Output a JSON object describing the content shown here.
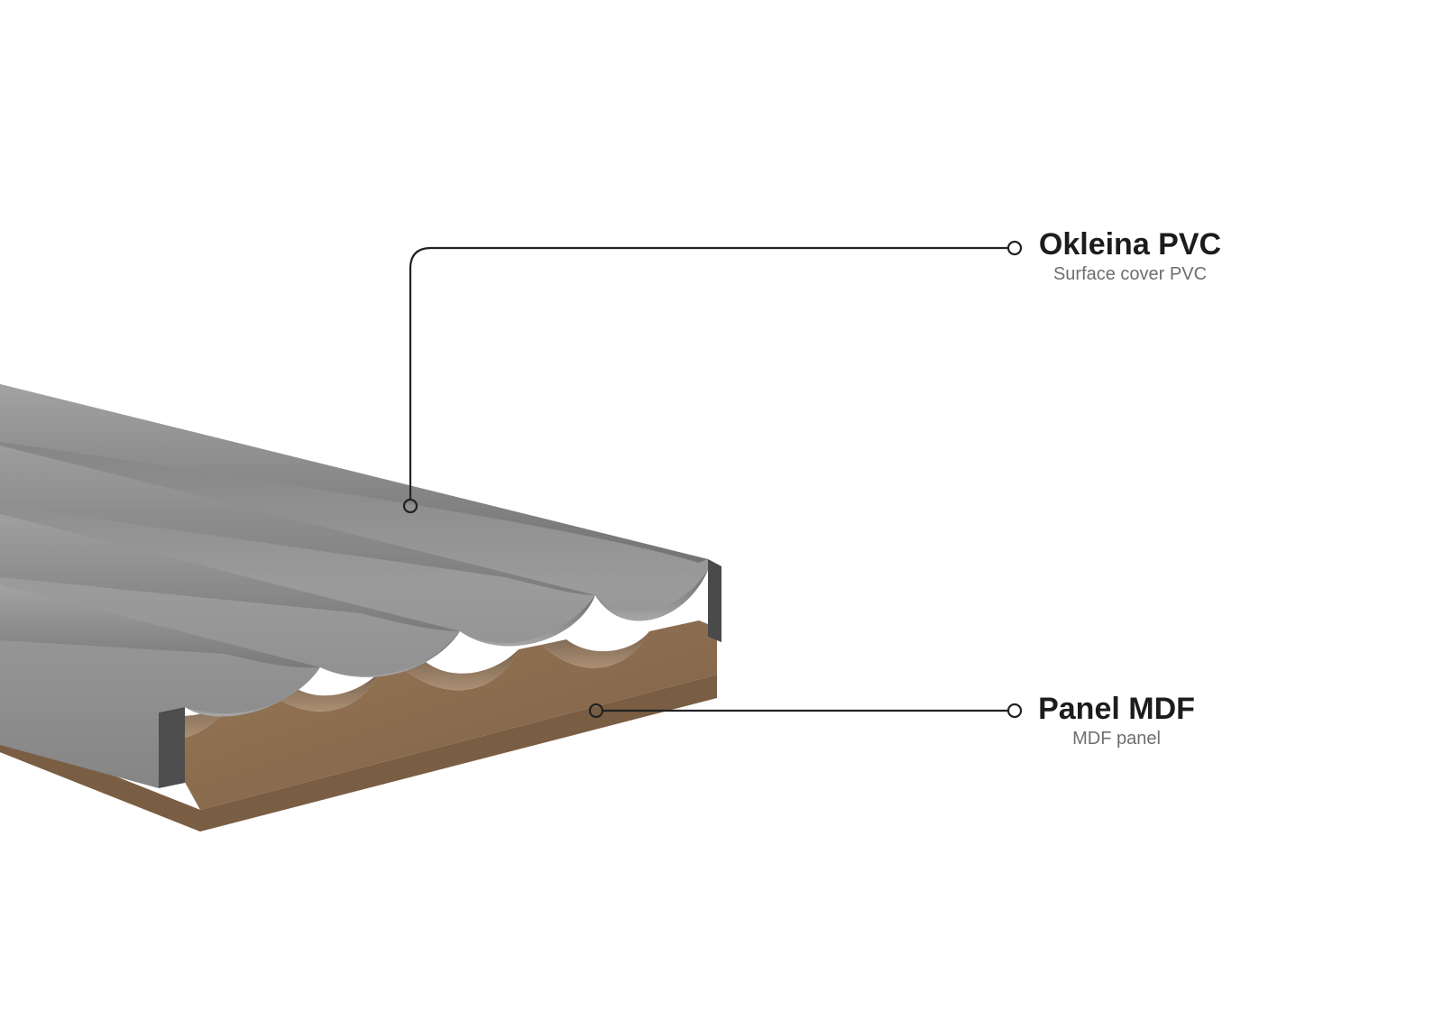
{
  "colors": {
    "pvc_cover": "#8a8a8a",
    "mdf_panel": "#8b6e50",
    "leader_line": "#222222"
  },
  "labels": {
    "pvc": {
      "title": "Okleina PVC",
      "subtitle": "Surface cover PVC"
    },
    "mdf": {
      "title": "Panel MDF",
      "subtitle": "MDF panel"
    }
  }
}
